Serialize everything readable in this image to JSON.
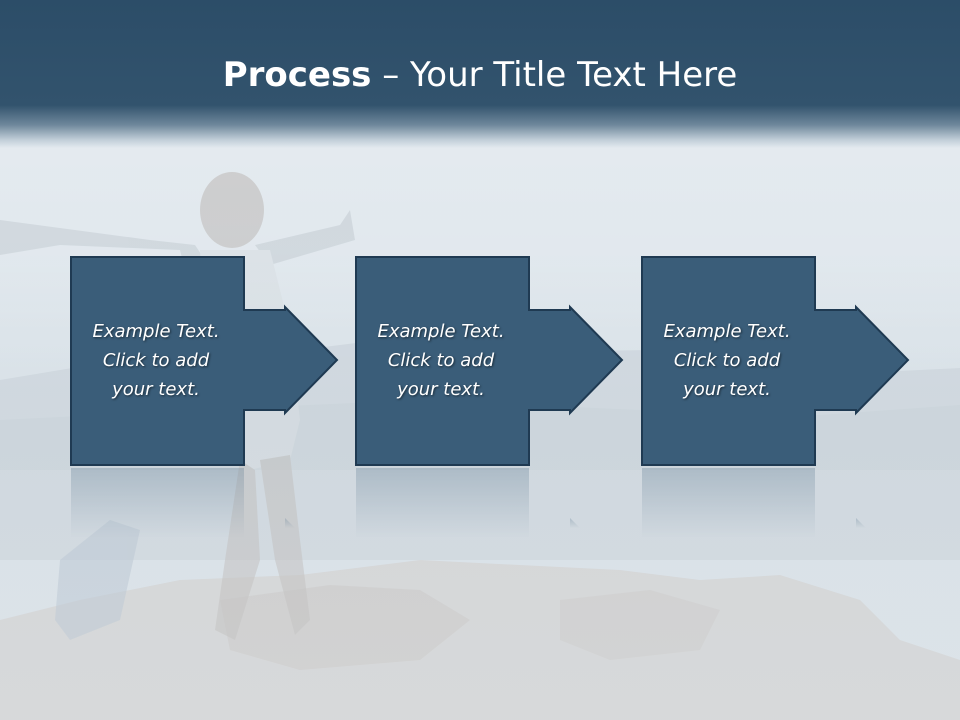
{
  "slide": {
    "title_bold": "Process",
    "title_rest": " – Your Title Text Here"
  },
  "steps": [
    {
      "lines": [
        "Example Text.",
        "Click  to add",
        "your text."
      ]
    },
    {
      "lines": [
        "Example Text.",
        "Click  to add",
        "your text."
      ]
    },
    {
      "lines": [
        "Example Text.",
        "Click  to add",
        "your text."
      ]
    }
  ],
  "colors": {
    "header": "#32536d",
    "box_fill": "#3a5d79",
    "box_stroke": "#1f3a52",
    "text": "#ffffff"
  }
}
